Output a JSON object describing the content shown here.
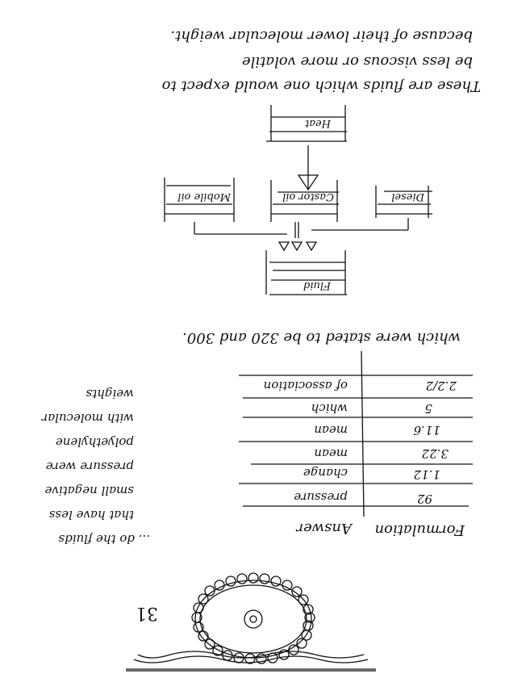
{
  "paragraph_top": [
    "These are fluids which one would expect to",
    "be less viscous or more volatile",
    "because of their lower molecular weight."
  ],
  "flow_diagram": {
    "top_box": "Heat",
    "middle_boxes": [
      "Diesel",
      "Castor oil",
      "Mobile oil"
    ],
    "bottom_box": "Fluid"
  },
  "paragraph_mid": "which were stated to be 320 and 300.",
  "table": {
    "headers": [
      "Formulation",
      "Answer"
    ],
    "rows": [
      [
        "92",
        "pressure"
      ],
      [
        "1.12",
        "change"
      ],
      [
        "3.22",
        "mean"
      ],
      [
        "11.6",
        "mean"
      ],
      [
        "5",
        "which"
      ],
      [
        "2.2/2",
        "of association"
      ]
    ]
  },
  "side_note": [
    "... do the fluids",
    "that have less",
    "small negative",
    "pressure were",
    "polyethylene",
    "with molecular",
    "weights"
  ],
  "figure_number": "31"
}
